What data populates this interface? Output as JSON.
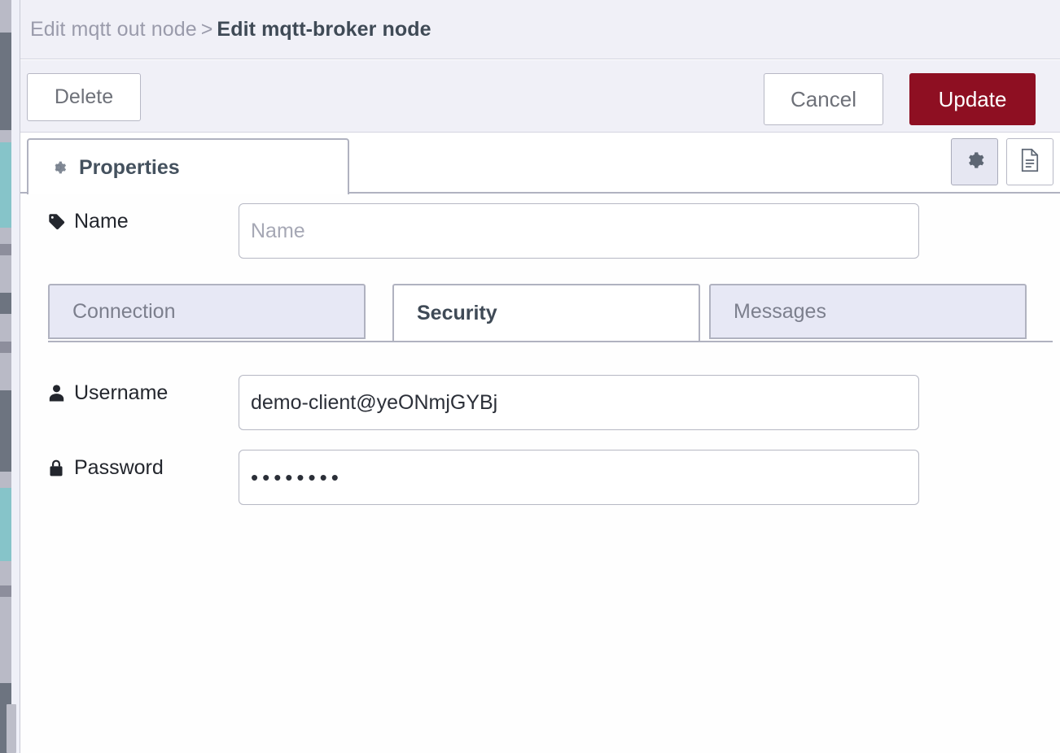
{
  "window": {
    "breadcrumb": {
      "parent": "Edit mqtt out node",
      "separator": ">",
      "current": "Edit mqtt-broker node"
    }
  },
  "toolbar": {
    "delete_label": "Delete",
    "cancel_label": "Cancel",
    "update_label": "Update",
    "update_color": "#8e0f22"
  },
  "tabs": {
    "properties_label": "Properties",
    "properties_icon": "gear-icon",
    "icon_buttons": [
      {
        "name": "settings-icon",
        "glyph": "⚙",
        "active": true
      },
      {
        "name": "document-icon",
        "glyph": "🗎",
        "active": false
      }
    ]
  },
  "form": {
    "name": {
      "label": "Name",
      "icon": "tag-icon",
      "value": "",
      "placeholder": "Name"
    },
    "subtabs": [
      {
        "label": "Connection",
        "active": false
      },
      {
        "label": "Security",
        "active": true
      },
      {
        "label": "Messages",
        "active": false
      }
    ],
    "username": {
      "label": "Username",
      "icon": "user-icon",
      "value": "demo-client@yeONmjGYBj",
      "placeholder": ""
    },
    "password": {
      "label": "Password",
      "icon": "lock-icon",
      "value": "••••••••",
      "placeholder": ""
    }
  },
  "theme": {
    "header_bg": "#f0f0f7",
    "border": "#b0b2c0",
    "tab_inactive_bg": "#e7e8f5",
    "text_dark": "#3f4a56",
    "text_muted": "#9a9bab"
  }
}
